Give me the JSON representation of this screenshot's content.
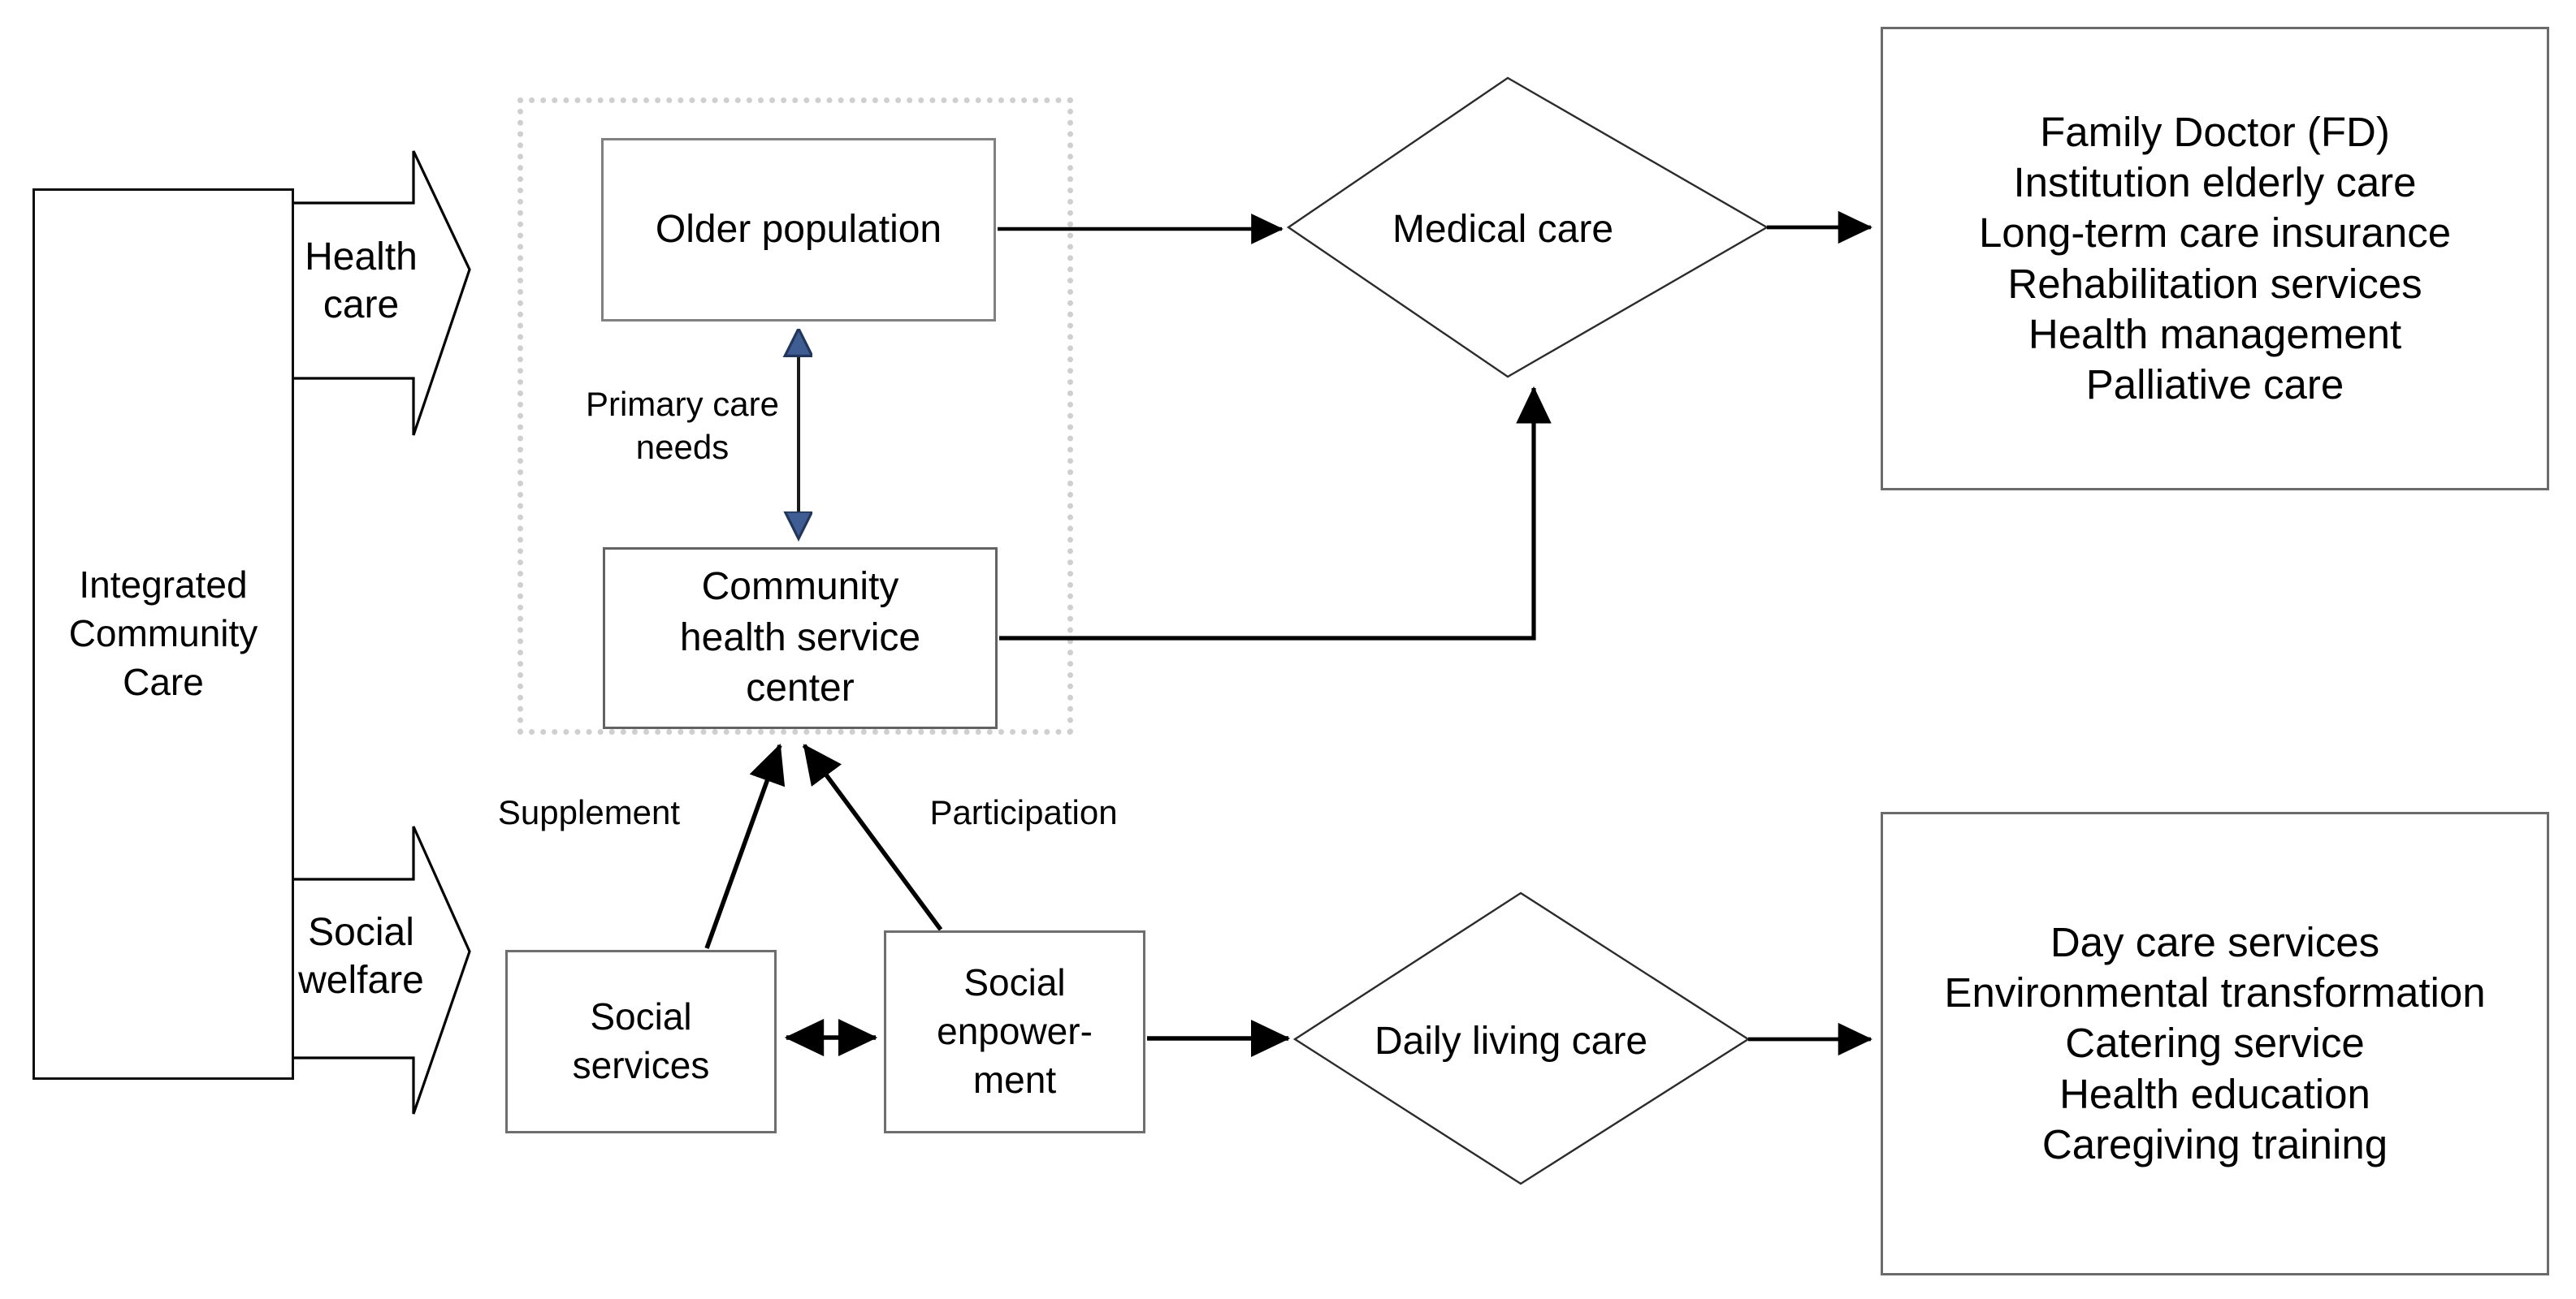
{
  "diagram": {
    "title_present": false,
    "colors": {
      "stroke_dark": "#000000",
      "stroke_grey": "#6e6e6e",
      "dotted_group": "#cfcfcf",
      "arrowhead_blue": "#3a5a91",
      "background": "#ffffff"
    }
  },
  "nodes": {
    "integrated_community_care": "Integrated\nCommunity\nCare",
    "older_population": "Older population",
    "community_health_service_center": "Community\nhealth service\ncenter",
    "social_services": "Social\nservices",
    "social_empowerment": "Social\nenpower-\nment",
    "medical_care": "Medical care",
    "daily_living_care": "Daily living care"
  },
  "block_arrows": {
    "health_care": "Health\ncare",
    "social_welfare": "Social\nwelfare"
  },
  "edge_labels": {
    "primary_care_needs": "Primary care\nneeds",
    "supplement": "Supplement",
    "participation": "Participation"
  },
  "outcome_lists": {
    "medical_care_services": {
      "items": [
        "Family Doctor (FD)",
        "Institution elderly care",
        "Long-term care insurance",
        "Rehabilitation services",
        "Health management",
        "Palliative care"
      ],
      "text": "Family Doctor (FD)\nInstitution elderly care\nLong-term care insurance\nRehabilitation services\nHealth management\nPalliative care"
    },
    "daily_living_services": {
      "items": [
        "Day care services",
        "Environmental transformation",
        "Catering service",
        "Health education",
        "Caregiving training"
      ],
      "text": "Day care services\nEnvironmental transformation\nCatering service\nHealth education\nCaregiving training"
    }
  },
  "connections": [
    {
      "from": "older_population",
      "to": "medical_care",
      "style": "solid-arrow"
    },
    {
      "from": "community_health_service_center",
      "to": "medical_care",
      "style": "elbow-arrow"
    },
    {
      "from": "medical_care",
      "to": "medical_care_services",
      "style": "solid-arrow"
    },
    {
      "from": "older_population",
      "to": "community_health_service_center",
      "style": "double-arrow",
      "label": "Primary care needs"
    },
    {
      "from": "social_services",
      "to": "community_health_service_center",
      "style": "solid-arrow",
      "label": "Supplement"
    },
    {
      "from": "social_empowerment",
      "to": "community_health_service_center",
      "style": "solid-arrow",
      "label": "Participation"
    },
    {
      "from": "social_services",
      "to": "social_empowerment",
      "style": "double-arrow"
    },
    {
      "from": "social_empowerment",
      "to": "daily_living_care",
      "style": "solid-arrow"
    },
    {
      "from": "daily_living_care",
      "to": "daily_living_services",
      "style": "solid-arrow"
    }
  ]
}
